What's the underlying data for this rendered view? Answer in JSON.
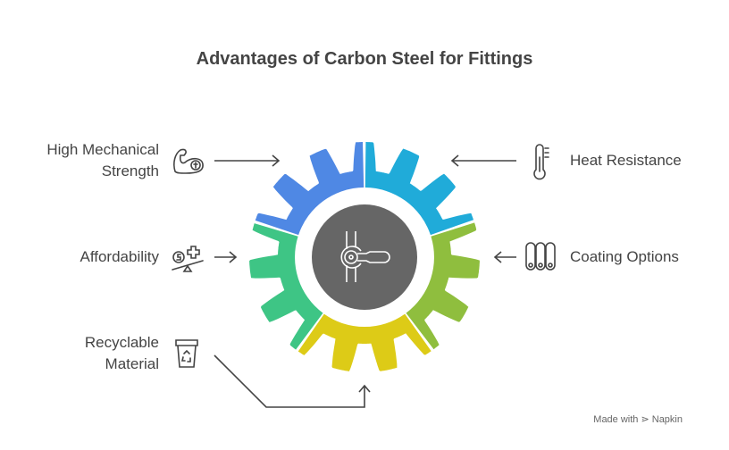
{
  "title": "Advantages of Carbon Steel for Fittings",
  "items": [
    {
      "label_line1": "High Mechanical",
      "label_line2": "Strength",
      "icon": "flexed-arm-icon",
      "color": "#4F88E4"
    },
    {
      "label_line1": "Heat Resistance",
      "icon": "thermometer-icon",
      "color": "#20ABD9"
    },
    {
      "label_line1": "Coating Options",
      "icon": "pipes-icon",
      "color": "#8FBE3E"
    },
    {
      "label_line1": "Recyclable",
      "label_line2": "Material",
      "icon": "recycle-bin-icon",
      "color": "#DDCB17"
    },
    {
      "label_line1": "Affordability",
      "icon": "dollar-scale-icon",
      "color": "#3EC585"
    }
  ],
  "center": {
    "icon": "pipe-fitting-icon",
    "color": "#666666"
  },
  "watermark": "Made with ⋗ Napkin"
}
